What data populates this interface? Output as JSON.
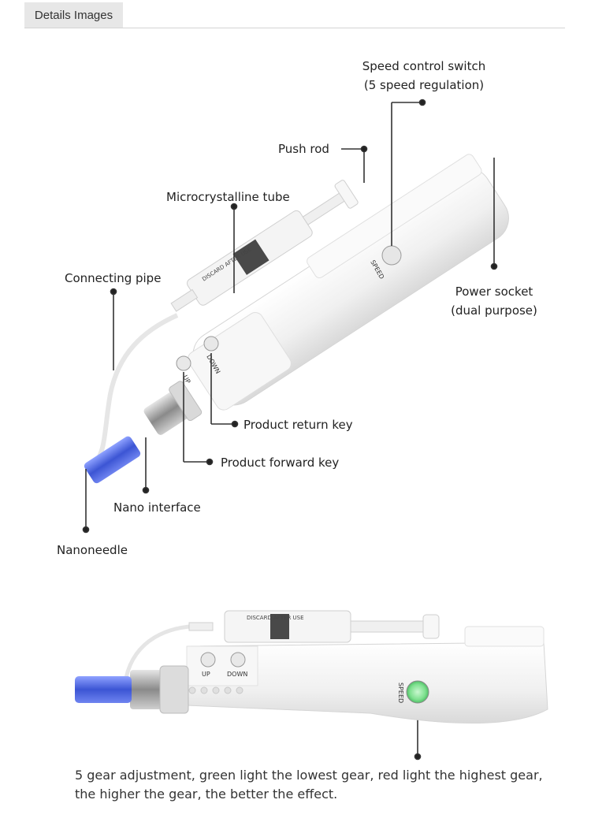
{
  "header": {
    "tab_label": "Details Images"
  },
  "callouts": {
    "speed_switch": {
      "line1": "Speed control switch",
      "line2": "(5 speed regulation)"
    },
    "push_rod": "Push rod",
    "microcrystalline_tube": "Microcrystalline tube",
    "connecting_pipe": "Connecting pipe",
    "power_socket": {
      "line1": "Power socket",
      "line2": "(dual purpose)"
    },
    "product_return_key": "Product return key",
    "product_forward_key": "Product forward key",
    "nano_interface": "Nano interface",
    "nanoneedle": "Nanoneedle"
  },
  "device_markings": {
    "speed": "SPEED",
    "up": "UP",
    "down": "DOWN",
    "syringe_print": "DISCARD AFTER USE"
  },
  "caption": "5 gear adjustment, green light the lowest gear, red light the highest gear, the higher the gear, the better the effect.",
  "colors": {
    "indicator_light": "#7ee08f",
    "needle_cartridge": "#4a63d8",
    "tab_bg": "#e7e7e7"
  }
}
